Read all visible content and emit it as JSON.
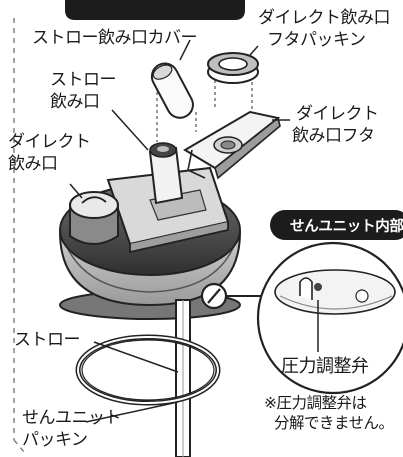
{
  "labels": {
    "straw_cover": "ストロー飲み口カバー",
    "direct_lid_packing_1": "ダイレクト飲み口",
    "direct_lid_packing_2": "フタパッキン",
    "straw_mouth_1": "ストロー",
    "straw_mouth_2": "飲み口",
    "direct_lid_1": "ダイレクト",
    "direct_lid_2": "飲み口フタ",
    "direct_mouth_1": "ダイレクト",
    "direct_mouth_2": "飲み口",
    "straw": "ストロー",
    "unit_packing_1": "せんユニット",
    "unit_packing_2": "パッキン",
    "pressure_valve": "圧力調整弁",
    "note_1": "※圧力調整弁は",
    "note_2": "分解できません。"
  },
  "inset": {
    "title": "せんユニット内部"
  },
  "colors": {
    "ink": "#1a1a1a",
    "part_dark": "#3a3a3a",
    "part_mid": "#8a8a8a",
    "part_light": "#e6e6e6",
    "pill": "#1c1c1c"
  }
}
